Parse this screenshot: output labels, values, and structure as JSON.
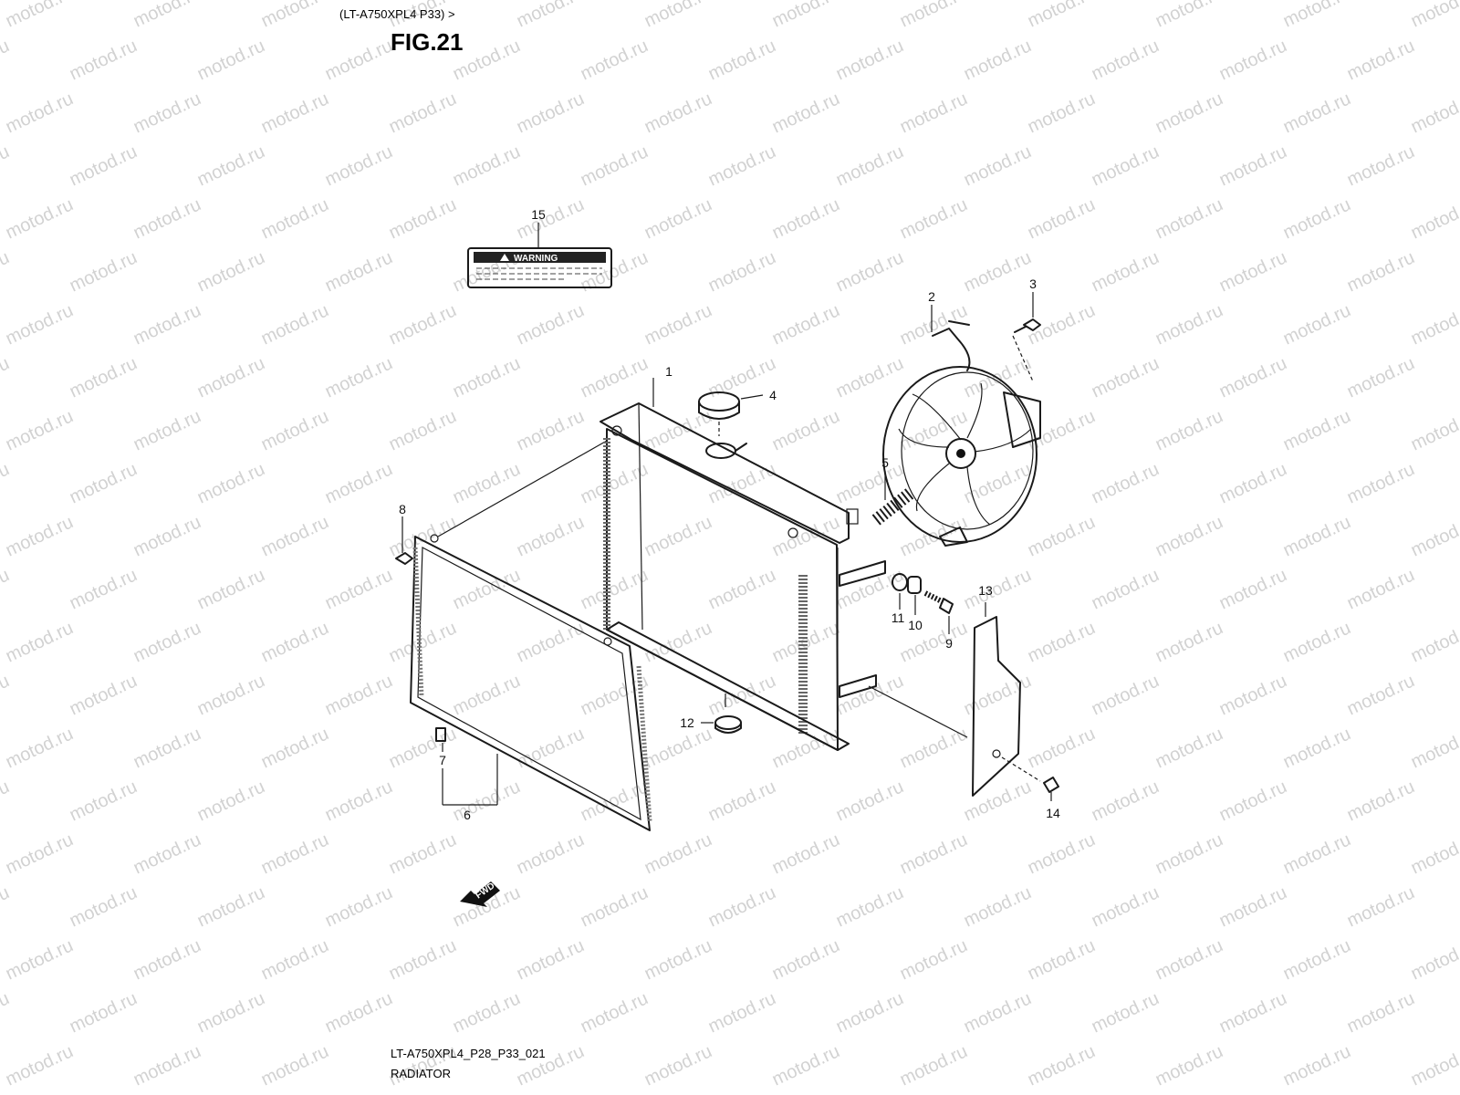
{
  "header": {
    "model_ref": "(LT-A750XPL4 P33) >",
    "figure": "FIG.21"
  },
  "footer": {
    "code": "LT-A750XPL4_P28_P33_021",
    "title": "RADIATOR"
  },
  "watermark": {
    "text": "motod.ru",
    "color": "#d2d2d2"
  },
  "warning_label": {
    "text": "WARNING"
  },
  "fwd_arrow": {
    "text": "FWD"
  },
  "callouts": [
    "1",
    "2",
    "3",
    "4",
    "5",
    "6",
    "7",
    "8",
    "9",
    "10",
    "11",
    "12",
    "13",
    "14",
    "15"
  ]
}
